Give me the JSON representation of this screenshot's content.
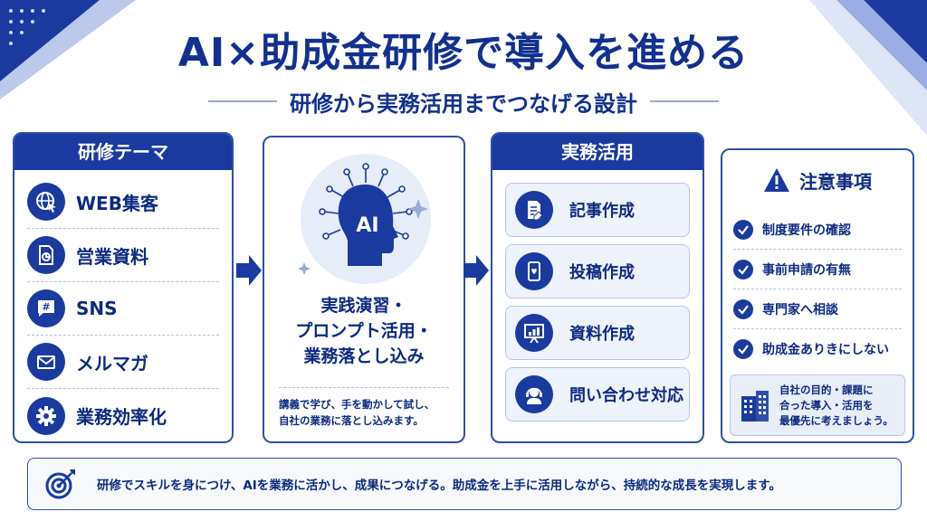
{
  "title": "AI×助成金研修で導入を進める",
  "subtitle": "研修から実務活用までつなげる設計",
  "themes": {
    "header": "研修テーマ",
    "items": [
      {
        "label": "WEB集客",
        "icon": "globe-cursor-icon"
      },
      {
        "label": "営業資料",
        "icon": "document-chart-icon"
      },
      {
        "label": "SNS",
        "icon": "hashtag-chat-icon"
      },
      {
        "label": "メルマガ",
        "icon": "envelope-icon"
      },
      {
        "label": "業務効率化",
        "icon": "gear-icon"
      }
    ]
  },
  "practice": {
    "ai_label": "AI",
    "main_lines": [
      "実践演習・",
      "プロンプト活用・",
      "業務落とし込み"
    ],
    "desc_lines": [
      "講義で学び、手を動かして試し、",
      "自社の業務に落とし込みます。"
    ]
  },
  "work": {
    "header": "実務活用",
    "items": [
      {
        "label": "記事作成",
        "icon": "document-pen-icon"
      },
      {
        "label": "投稿作成",
        "icon": "smartphone-heart-icon"
      },
      {
        "label": "資料作成",
        "icon": "presentation-board-icon"
      },
      {
        "label": "問い合わせ対応",
        "icon": "headset-operator-icon"
      }
    ]
  },
  "caution": {
    "header": "注意事項",
    "items": [
      "制度要件の確認",
      "事前申請の有無",
      "専門家へ相談",
      "助成金ありきにしない"
    ],
    "note_lines": [
      "自社の目的・課題に",
      "合った導入・活用を",
      "最優先に考えましょう。"
    ]
  },
  "banner": {
    "text": "研修でスキルを身につけ、AIを業務に活かし、成果につなげる。助成金を上手に活用しながら、持続的な成長を実現します。"
  },
  "colors": {
    "primary": "#1a3aa0",
    "text": "#0d2a80",
    "light": "#e6ecf8",
    "border": "#2f4ea8"
  }
}
